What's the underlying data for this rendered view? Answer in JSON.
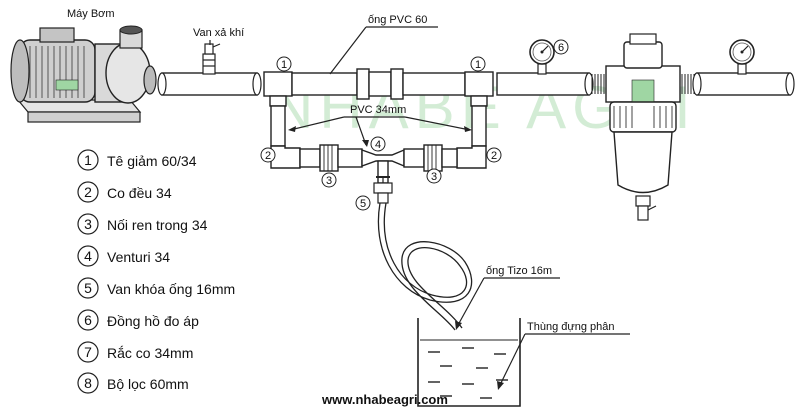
{
  "labels": {
    "pump": "Máy Bơm",
    "air_valve": "Van xả khí",
    "pvc60": "ống PVC 60",
    "pvc34": "PVC 34mm",
    "tizo": "ống  Tizo 16m",
    "tank": "Thùng đựng phân",
    "website": "www.nhabeagri.com"
  },
  "watermark": "NHABE AGRI",
  "legend": [
    {
      "num": "1",
      "text": "Tê giảm 60/34"
    },
    {
      "num": "2",
      "text": "Co đều 34"
    },
    {
      "num": "3",
      "text": "Nối ren trong 34"
    },
    {
      "num": "4",
      "text": "Venturi 34"
    },
    {
      "num": "5",
      "text": "Van khóa ống 16mm"
    },
    {
      "num": "6",
      "text": "Đồng hồ đo áp"
    },
    {
      "num": "7",
      "text": "Rắc co 34mm"
    },
    {
      "num": "8",
      "text": "Bộ lọc 60mm"
    }
  ],
  "callouts": {
    "tee_left": "1",
    "tee_right": "1",
    "elbow_left": "2",
    "elbow_right": "2",
    "union_left": "3",
    "union_right": "3",
    "venturi": "4",
    "valve16": "5",
    "gauge": "6"
  },
  "colors": {
    "watermark": "#9fd6a3",
    "line": "#222222",
    "liquid_dash": "#222222"
  }
}
